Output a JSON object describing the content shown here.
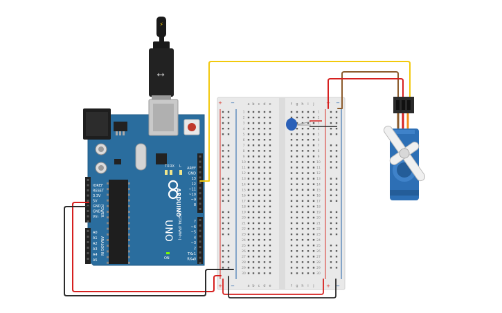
{
  "arduino": {
    "brand": "ARDUINO",
    "model": "UNO",
    "power_header_label": "POWER",
    "analog_header_label": "ANALOG IN",
    "digital_header_label": "DIGITAL (PWM~)",
    "power_pins": [
      "IOREF",
      "RESET",
      "3.3V",
      "5V",
      "GND",
      "GND",
      "Vin"
    ],
    "analog_pins": [
      "A0",
      "A1",
      "A2",
      "A3",
      "A4",
      "A5"
    ],
    "digital_top_pins": [
      "AREF",
      "GND",
      "13",
      "12",
      "~11",
      "~10",
      "~9",
      "8"
    ],
    "digital_bottom_pins": [
      "7",
      "~6",
      "~5",
      "4",
      "~3",
      "2",
      "TX▸1",
      "RX◂0"
    ],
    "led_labels": [
      "TX",
      "RX",
      "L"
    ],
    "on_label": "ON",
    "colors": {
      "board": "#2a6d9e",
      "header": "#222222",
      "chip": "#1e1e1e"
    }
  },
  "breadboard": {
    "col_letters_left": [
      "a",
      "b",
      "c",
      "d",
      "e"
    ],
    "col_letters_right": [
      "f",
      "g",
      "h",
      "i",
      "j"
    ],
    "rows": 30,
    "rail_plus": "+",
    "rail_minus": "−",
    "colors": {
      "body": "#e9e9e9",
      "rail_red": "#d9342b",
      "rail_blue": "#1d5fa8"
    }
  },
  "servo": {
    "colors": {
      "body": "#2d6fb5",
      "horn": "#f0f0f0"
    }
  },
  "wires": {
    "colors": {
      "signal": "#f2c90d",
      "power": "#d6201f",
      "ground": "#2b2b2b",
      "brown": "#8b5a2b"
    }
  },
  "capacitor": {
    "colors": {
      "body": "#2a60b8"
    }
  }
}
